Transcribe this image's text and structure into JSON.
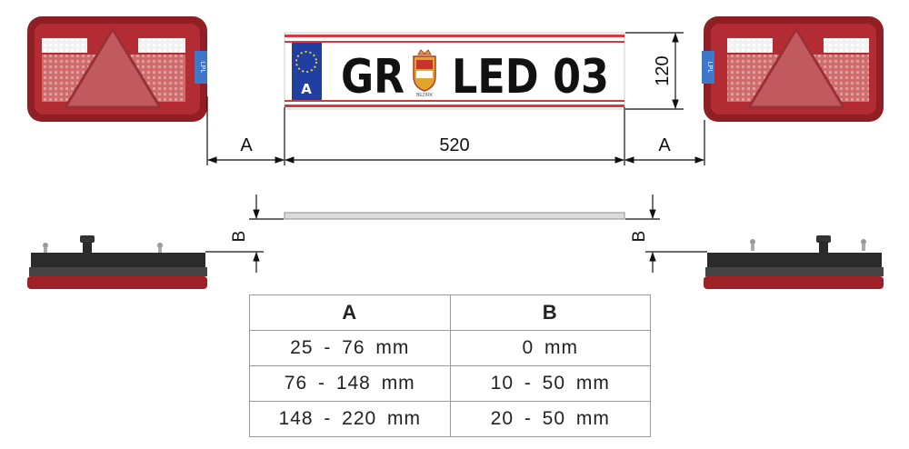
{
  "plate": {
    "country_code": "A",
    "text_left": "GR",
    "text_right": "LED 03",
    "coat_of_arms_caption": "BEZIRK"
  },
  "lamp": {
    "label": "LPL"
  },
  "dimensions": {
    "gap_left": "A",
    "plate_width": "520",
    "gap_right": "A",
    "plate_height": "120",
    "offset_left": "B",
    "offset_right": "B"
  },
  "table": {
    "headers": [
      "A",
      "B"
    ],
    "rows": [
      [
        "25 - 76 mm",
        "0 mm"
      ],
      [
        "76 - 148 mm",
        "10 - 50 mm"
      ],
      [
        "148 - 220 mm",
        "20 - 50 mm"
      ]
    ]
  }
}
